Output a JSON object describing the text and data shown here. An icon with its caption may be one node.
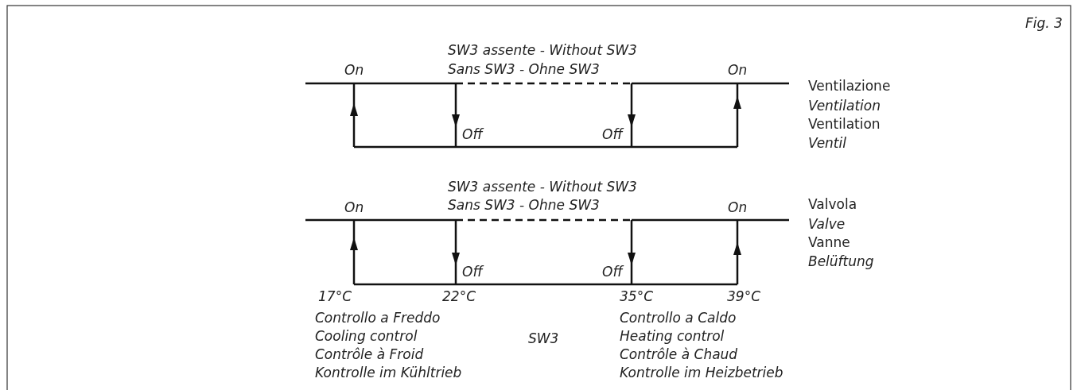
{
  "diagram": {
    "caption": "Fig. 3",
    "labels": [
      "SW3 assente - Without SW3",
      "On",
      "Sans SW3 - Ohne SW3",
      "On",
      "Ventilazione",
      "Ventilation",
      "Ventilation",
      "Ventil",
      "Off",
      "Off",
      "SW3 assente - Without SW3",
      "On",
      "Sans SW3 - Ohne SW3",
      "On",
      "Valvola",
      "Valve",
      "Vanne",
      "Belüftung",
      "Off",
      "Off",
      "17°C",
      "22°C",
      "35°C",
      "39°C",
      "Controllo a Freddo",
      "Cooling control",
      "Contrôle à Froid",
      "Kontrolle im Kühltrieb",
      "SW3",
      "Controllo a Caldo",
      "Heating control",
      "Contrôle à Chaud",
      "Kontrolle im Heizbetrieb"
    ]
  }
}
